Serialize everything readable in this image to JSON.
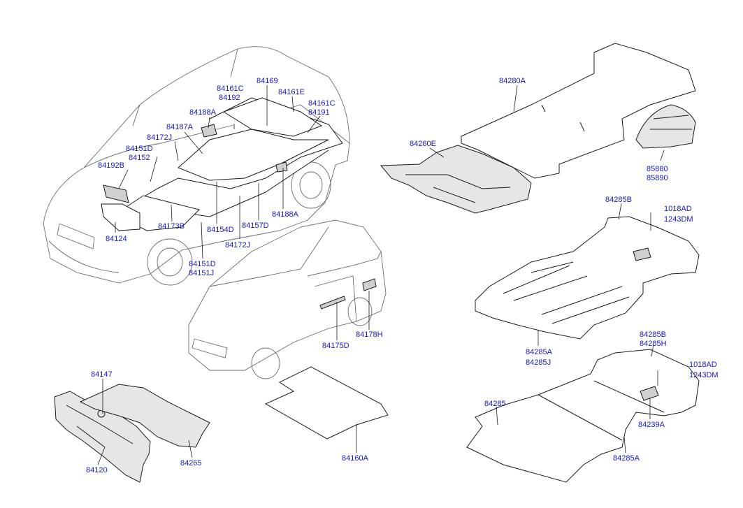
{
  "colors": {
    "label": "#1616c8",
    "line": "#1a1a1a"
  },
  "labels": {
    "l84161C_a": "84161C",
    "l84192_a": "84192",
    "l84169": "84169",
    "l84161E": "84161E",
    "l84161C_b": "84161C",
    "l84191": "84191",
    "l84188A_a": "84188A",
    "l84187A": "84187A",
    "l84172J_a": "84172J",
    "l84151D_a": "84151D",
    "l84152": "84152",
    "l84192B": "84192B",
    "l84173B": "84173B",
    "l84154D": "84154D",
    "l84157D": "84157D",
    "l84188A_b": "84188A",
    "l84124": "84124",
    "l84172J_b": "84172J",
    "l84151D_b": "84151D",
    "l84151J": "84151J",
    "l84280A": "84280A",
    "l84260E": "84260E",
    "l85880": "85880",
    "l85890": "85890",
    "l84285B_a": "84285B",
    "l1018AD_a": "1018AD",
    "l1243DM_a": "1243DM",
    "l84285A_a": "84285A",
    "l84285J": "84285J",
    "l84178H": "84178H",
    "l84175D": "84175D",
    "l84147": "84147",
    "l84120": "84120",
    "l84265": "84265",
    "l84160A": "84160A",
    "l84285B_b": "84285B",
    "l84285H": "84285H",
    "l1018AD_b": "1018AD",
    "l1243DM_b": "1243DM",
    "l84285": "84285",
    "l84239A": "84239A",
    "l84285A_b": "84285A"
  }
}
